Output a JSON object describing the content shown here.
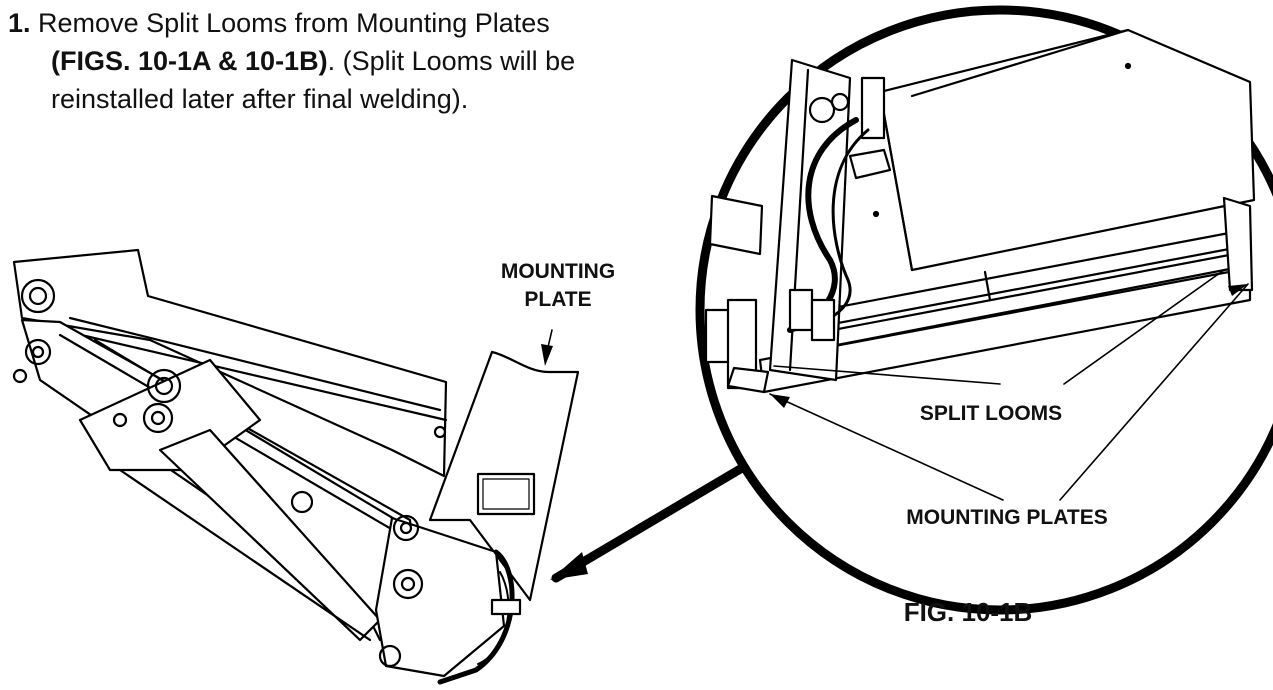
{
  "instruction": {
    "number": "1.",
    "text_before": "Remove Split Looms from Mounting Plates",
    "figure_ref": "(FIGS. 10-1A & 10-1B)",
    "text_middle": ". (Split Looms will be",
    "text_after": "reinstalled later after final welding)."
  },
  "labels": {
    "mounting_plate_line1": "MOUNTING",
    "mounting_plate_line2": "PLATE",
    "split_looms": "SPLIT LOOMS",
    "mounting_plates": "MOUNTING PLATES",
    "figure_caption": "FIG. 10-1B"
  }
}
